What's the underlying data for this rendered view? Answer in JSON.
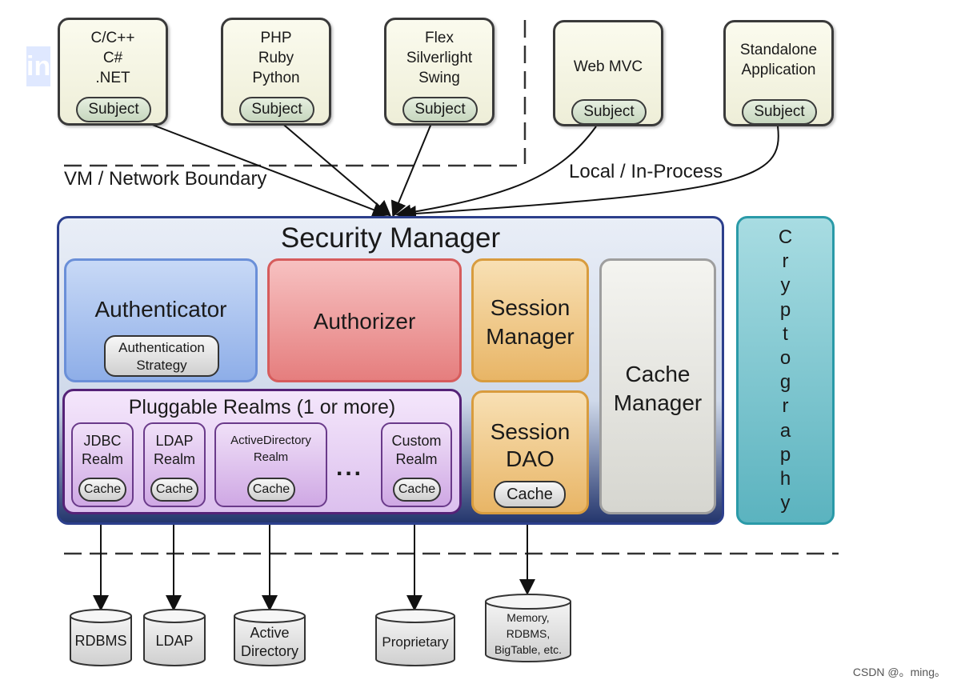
{
  "clients": [
    {
      "label": "C/C++\nC#\n.NET",
      "subject": "Subject"
    },
    {
      "label": "PHP\nRuby\nPython",
      "subject": "Subject"
    },
    {
      "label": "Flex\nSilverlight\nSwing",
      "subject": "Subject"
    },
    {
      "label": "Web MVC",
      "subject": "Subject"
    },
    {
      "label": "Standalone\nApplication",
      "subject": "Subject"
    }
  ],
  "boundaries": {
    "network": "VM / Network Boundary",
    "local": "Local / In-Process"
  },
  "security_manager": {
    "title": "Security Manager",
    "authenticator": {
      "title": "Authenticator",
      "strategy": "Authentication\nStrategy"
    },
    "authorizer": {
      "title": "Authorizer"
    },
    "session_manager": {
      "title": "Session\nManager"
    },
    "session_dao": {
      "title": "Session\nDAO",
      "cache": "Cache"
    },
    "cache_manager": {
      "title": "Cache\nManager"
    },
    "realms": {
      "title": "Pluggable Realms (1 or more)",
      "items": [
        {
          "title": "JDBC\nRealm",
          "cache": "Cache"
        },
        {
          "title": "LDAP\nRealm",
          "cache": "Cache"
        },
        {
          "title": "ActiveDirectory\nRealm",
          "cache": "Cache"
        },
        {
          "title": "Custom\nRealm",
          "cache": "Cache"
        }
      ],
      "ellipsis": "..."
    }
  },
  "cryptography": "C\nr\ny\np\nt\no\ng\nr\na\np\nh\ny",
  "datastores": [
    {
      "label": "RDBMS"
    },
    {
      "label": "LDAP"
    },
    {
      "label": "Active\nDirectory"
    },
    {
      "label": "Proprietary"
    },
    {
      "label": "Memory,\nRDBMS,\nBigTable, etc."
    }
  ],
  "watermark": "CSDN @。ming。",
  "colors": {
    "security_manager_border": "#2c3f8c",
    "authenticator": "#8eaee8",
    "authorizer": "#e57e7e",
    "session": "#e8b566",
    "cache_manager": "#d6d6d0",
    "realms": "#dcc0ee",
    "cryptography": "#5bb3bf"
  }
}
